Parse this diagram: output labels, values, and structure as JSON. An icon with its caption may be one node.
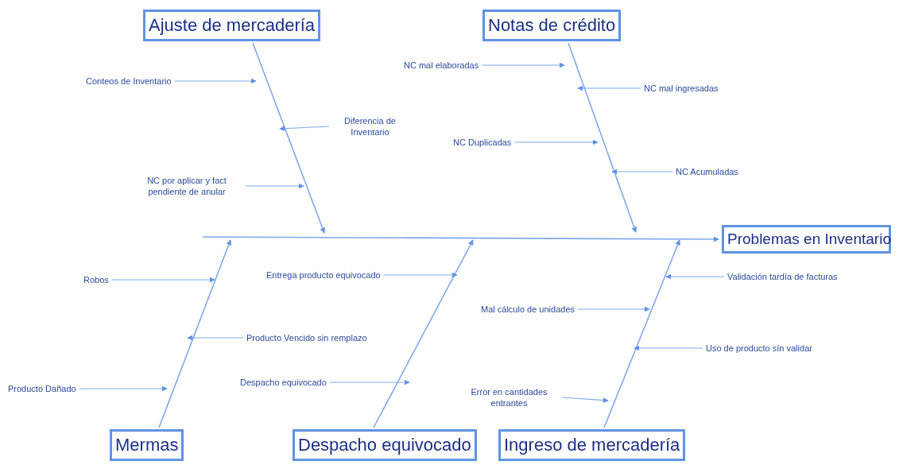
{
  "diagram": {
    "nodes": [
      {
        "text": [
          "Ajuste de mercadería"
        ]
      },
      {
        "text": [
          "Notas de crédito"
        ]
      },
      {
        "text": [
          "Conteos de Inventario"
        ]
      },
      {
        "text": [
          "NC mal elaboradas"
        ]
      },
      {
        "text": [
          "NC mal ingresadas"
        ]
      },
      {
        "text": [
          "Diferencia de Inventario"
        ]
      },
      {
        "text": [
          "NC Duplicadas"
        ]
      },
      {
        "text": [
          "NC por aplicar y fact pendiente de anular"
        ]
      },
      {
        "text": [
          "NC Acumuladas"
        ]
      },
      {
        "text": [
          "Problemas en Inventario"
        ]
      },
      {
        "text": [
          "Robos"
        ]
      },
      {
        "text": [
          "Entrega producto equivocado"
        ]
      },
      {
        "text": [
          "Validación tardía de facturas"
        ]
      },
      {
        "text": [
          "Mal cálculo de unidades"
        ]
      },
      {
        "text": [
          "Producto Vencido sin remplazo"
        ]
      },
      {
        "text": [
          "Uso de producto sín validar"
        ]
      },
      {
        "text": [
          "Producto Dañado"
        ]
      },
      {
        "text": [
          "Despacho equivocado"
        ]
      },
      {
        "text": [
          "Error en cantidades entrantes"
        ]
      },
      {
        "text": [
          "Mermas"
        ]
      },
      {
        "text": [
          "Despacho equivocado"
        ]
      },
      {
        "text": [
          "Ingreso de mercadería"
        ]
      }
    ],
    "edges": [
      {
        "from": null,
        "to": 9,
        "arrow": "to"
      },
      {
        "from": 0,
        "to": null,
        "arrow": "to"
      },
      {
        "from": 1,
        "to": null,
        "arrow": "to"
      },
      {
        "from": 19,
        "to": null,
        "arrow": "to"
      },
      {
        "from": 20,
        "to": null,
        "arrow": "to"
      },
      {
        "from": 21,
        "to": null,
        "arrow": "to"
      },
      {
        "from": 2,
        "to": null,
        "arrow": "to"
      },
      {
        "from": 5,
        "to": null,
        "arrow": "to"
      },
      {
        "from": 7,
        "to": null,
        "arrow": "to"
      },
      {
        "from": 3,
        "to": null,
        "arrow": "to"
      },
      {
        "from": 4,
        "to": null,
        "arrow": "to"
      },
      {
        "from": 6,
        "to": null,
        "arrow": "to"
      },
      {
        "from": 8,
        "to": null,
        "arrow": "to"
      },
      {
        "from": 10,
        "to": null,
        "arrow": "to"
      },
      {
        "from": 14,
        "to": null,
        "arrow": "to"
      },
      {
        "from": 16,
        "to": null,
        "arrow": "to"
      },
      {
        "from": 11,
        "to": null,
        "arrow": "to"
      },
      {
        "from": 17,
        "to": null,
        "arrow": "to"
      },
      {
        "from": 12,
        "to": null,
        "arrow": "to"
      },
      {
        "from": 13,
        "to": null,
        "arrow": "to"
      },
      {
        "from": 15,
        "to": null,
        "arrow": "to"
      },
      {
        "from": 18,
        "to": null,
        "arrow": "to"
      }
    ]
  }
}
